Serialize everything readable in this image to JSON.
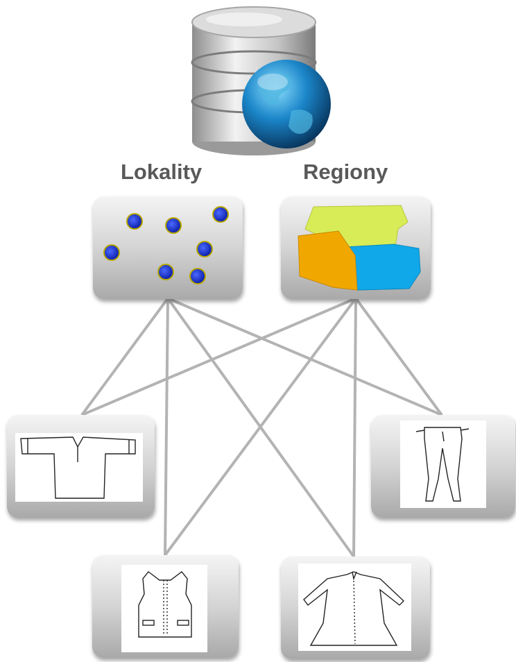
{
  "nodes": {
    "database": {
      "icon": "database-globe-icon"
    },
    "lokality": {
      "label": "Lokality",
      "icon": "map-points-icon"
    },
    "regiony": {
      "label": "Regiony",
      "icon": "map-regions-icon"
    },
    "items": [
      {
        "name": "shirt",
        "icon": "shirt-drawing-icon"
      },
      {
        "name": "trousers",
        "icon": "trousers-drawing-icon"
      },
      {
        "name": "vest",
        "icon": "vest-drawing-icon"
      },
      {
        "name": "coat",
        "icon": "coat-drawing-icon"
      }
    ]
  },
  "connections": [
    [
      "lokality",
      "shirt"
    ],
    [
      "lokality",
      "trousers"
    ],
    [
      "lokality",
      "vest"
    ],
    [
      "lokality",
      "coat"
    ],
    [
      "regiony",
      "shirt"
    ],
    [
      "regiony",
      "trousers"
    ],
    [
      "regiony",
      "vest"
    ],
    [
      "regiony",
      "coat"
    ]
  ],
  "colors": {
    "line": "#b3b3b3",
    "box": "#d6d6d6",
    "dot": "#1a2fd0",
    "dot_ring": "#b8a800",
    "region_yellow": "#d8ec58",
    "region_orange": "#f0a800",
    "region_blue": "#10a8e8",
    "label": "#595959"
  }
}
